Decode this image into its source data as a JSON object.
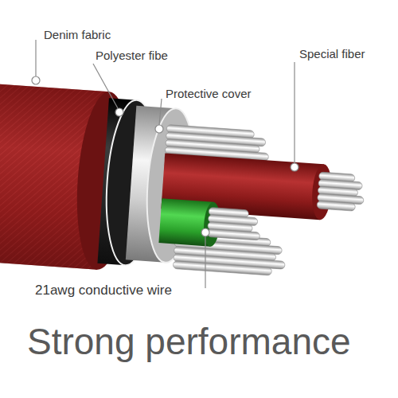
{
  "diagram": {
    "title": "Strong performance",
    "labels": [
      "Denim fabric",
      "Polyester fibe",
      "Special fiber",
      "Protective cover",
      "21awg conductive wire"
    ]
  }
}
